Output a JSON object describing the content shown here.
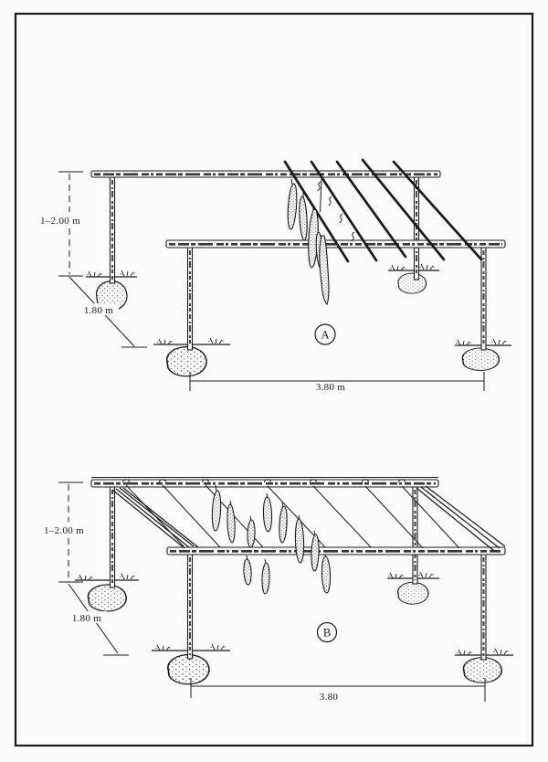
{
  "colors": {
    "ink": "#1a1a1a",
    "paper": "#fcfcfa"
  },
  "diagram_a": {
    "id_label": "A",
    "height_label": "1–2.00 m",
    "depth_label": "1.80 m",
    "span_label": "3.80 m"
  },
  "diagram_b": {
    "id_label": "B",
    "height_label": "1–2.00 m",
    "depth_label": "1.80 m",
    "span_label": "3.80"
  }
}
